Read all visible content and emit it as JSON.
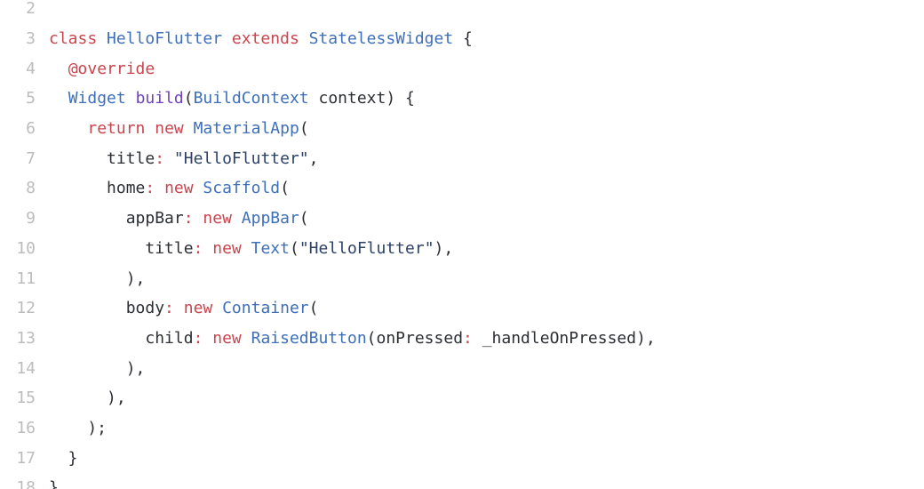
{
  "editor": {
    "background": "#ffffff",
    "colors": {
      "plain": "#2b2e33",
      "keyword": "#c9454e",
      "type": "#3e6fba",
      "func": "#6f42c1",
      "string": "#2c4166",
      "line_number": "#bbbcbe",
      "bg": "#ffffff"
    },
    "language_hint": "dart",
    "lines": [
      {
        "number": "2",
        "tokens": []
      },
      {
        "number": "3",
        "tokens": [
          {
            "text": "class",
            "style": "keyword"
          },
          {
            "text": " ",
            "style": "plain"
          },
          {
            "text": "HelloFlutter",
            "style": "type"
          },
          {
            "text": " ",
            "style": "plain"
          },
          {
            "text": "extends",
            "style": "keyword"
          },
          {
            "text": " ",
            "style": "plain"
          },
          {
            "text": "StatelessWidget",
            "style": "type"
          },
          {
            "text": " {",
            "style": "plain"
          }
        ]
      },
      {
        "number": "4",
        "tokens": [
          {
            "text": "  ",
            "style": "plain"
          },
          {
            "text": "@override",
            "style": "keyword"
          }
        ]
      },
      {
        "number": "5",
        "tokens": [
          {
            "text": "  ",
            "style": "plain"
          },
          {
            "text": "Widget",
            "style": "type"
          },
          {
            "text": " ",
            "style": "plain"
          },
          {
            "text": "build",
            "style": "func"
          },
          {
            "text": "(",
            "style": "plain"
          },
          {
            "text": "BuildContext",
            "style": "type"
          },
          {
            "text": " context) {",
            "style": "plain"
          }
        ]
      },
      {
        "number": "6",
        "tokens": [
          {
            "text": "    ",
            "style": "plain"
          },
          {
            "text": "return",
            "style": "keyword"
          },
          {
            "text": " ",
            "style": "plain"
          },
          {
            "text": "new",
            "style": "keyword"
          },
          {
            "text": " ",
            "style": "plain"
          },
          {
            "text": "MaterialApp",
            "style": "type"
          },
          {
            "text": "(",
            "style": "plain"
          }
        ]
      },
      {
        "number": "7",
        "tokens": [
          {
            "text": "      title",
            "style": "plain"
          },
          {
            "text": ":",
            "style": "keyword"
          },
          {
            "text": " ",
            "style": "plain"
          },
          {
            "text": "\"HelloFlutter\"",
            "style": "string"
          },
          {
            "text": ",",
            "style": "plain"
          }
        ]
      },
      {
        "number": "8",
        "tokens": [
          {
            "text": "      home",
            "style": "plain"
          },
          {
            "text": ":",
            "style": "keyword"
          },
          {
            "text": " ",
            "style": "plain"
          },
          {
            "text": "new",
            "style": "keyword"
          },
          {
            "text": " ",
            "style": "plain"
          },
          {
            "text": "Scaffold",
            "style": "type"
          },
          {
            "text": "(",
            "style": "plain"
          }
        ]
      },
      {
        "number": "9",
        "tokens": [
          {
            "text": "        appBar",
            "style": "plain"
          },
          {
            "text": ":",
            "style": "keyword"
          },
          {
            "text": " ",
            "style": "plain"
          },
          {
            "text": "new",
            "style": "keyword"
          },
          {
            "text": " ",
            "style": "plain"
          },
          {
            "text": "AppBar",
            "style": "type"
          },
          {
            "text": "(",
            "style": "plain"
          }
        ]
      },
      {
        "number": "10",
        "tokens": [
          {
            "text": "          title",
            "style": "plain"
          },
          {
            "text": ":",
            "style": "keyword"
          },
          {
            "text": " ",
            "style": "plain"
          },
          {
            "text": "new",
            "style": "keyword"
          },
          {
            "text": " ",
            "style": "plain"
          },
          {
            "text": "Text",
            "style": "type"
          },
          {
            "text": "(",
            "style": "plain"
          },
          {
            "text": "\"HelloFlutter\"",
            "style": "string"
          },
          {
            "text": "),",
            "style": "plain"
          }
        ]
      },
      {
        "number": "11",
        "tokens": [
          {
            "text": "        ),",
            "style": "plain"
          }
        ]
      },
      {
        "number": "12",
        "tokens": [
          {
            "text": "        body",
            "style": "plain"
          },
          {
            "text": ":",
            "style": "keyword"
          },
          {
            "text": " ",
            "style": "plain"
          },
          {
            "text": "new",
            "style": "keyword"
          },
          {
            "text": " ",
            "style": "plain"
          },
          {
            "text": "Container",
            "style": "type"
          },
          {
            "text": "(",
            "style": "plain"
          }
        ]
      },
      {
        "number": "13",
        "tokens": [
          {
            "text": "          child",
            "style": "plain"
          },
          {
            "text": ":",
            "style": "keyword"
          },
          {
            "text": " ",
            "style": "plain"
          },
          {
            "text": "new",
            "style": "keyword"
          },
          {
            "text": " ",
            "style": "plain"
          },
          {
            "text": "RaisedButton",
            "style": "type"
          },
          {
            "text": "(onPressed",
            "style": "plain"
          },
          {
            "text": ":",
            "style": "keyword"
          },
          {
            "text": " _handleOnPressed),",
            "style": "plain"
          }
        ]
      },
      {
        "number": "14",
        "tokens": [
          {
            "text": "        ),",
            "style": "plain"
          }
        ]
      },
      {
        "number": "15",
        "tokens": [
          {
            "text": "      ),",
            "style": "plain"
          }
        ]
      },
      {
        "number": "16",
        "tokens": [
          {
            "text": "    );",
            "style": "plain"
          }
        ]
      },
      {
        "number": "17",
        "tokens": [
          {
            "text": "  }",
            "style": "plain"
          }
        ]
      },
      {
        "number": "18",
        "tokens": [
          {
            "text": "}",
            "style": "plain"
          }
        ]
      }
    ]
  }
}
